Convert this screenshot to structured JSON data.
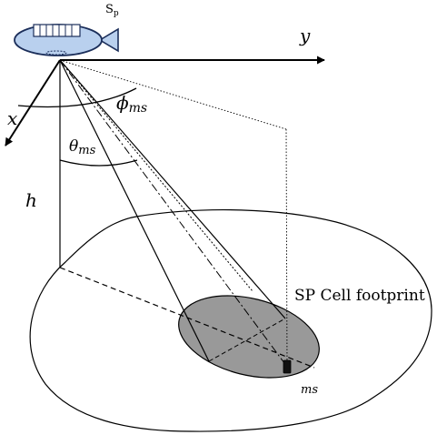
{
  "labels": {
    "platform": "S",
    "platform_sub": "p",
    "axis_y": "y",
    "axis_x": "x",
    "phi": "ϕ",
    "phi_sub": "ms",
    "theta": "θ",
    "theta_sub": "ms",
    "height": "h",
    "footprint": "SP Cell footprint",
    "mobile": "ms"
  },
  "colors": {
    "stroke": "#000000",
    "spot_fill": "#999999",
    "airship_body": "#b9d0ee",
    "airship_outline": "#1b2e5a",
    "airship_window": "#ffffff"
  }
}
